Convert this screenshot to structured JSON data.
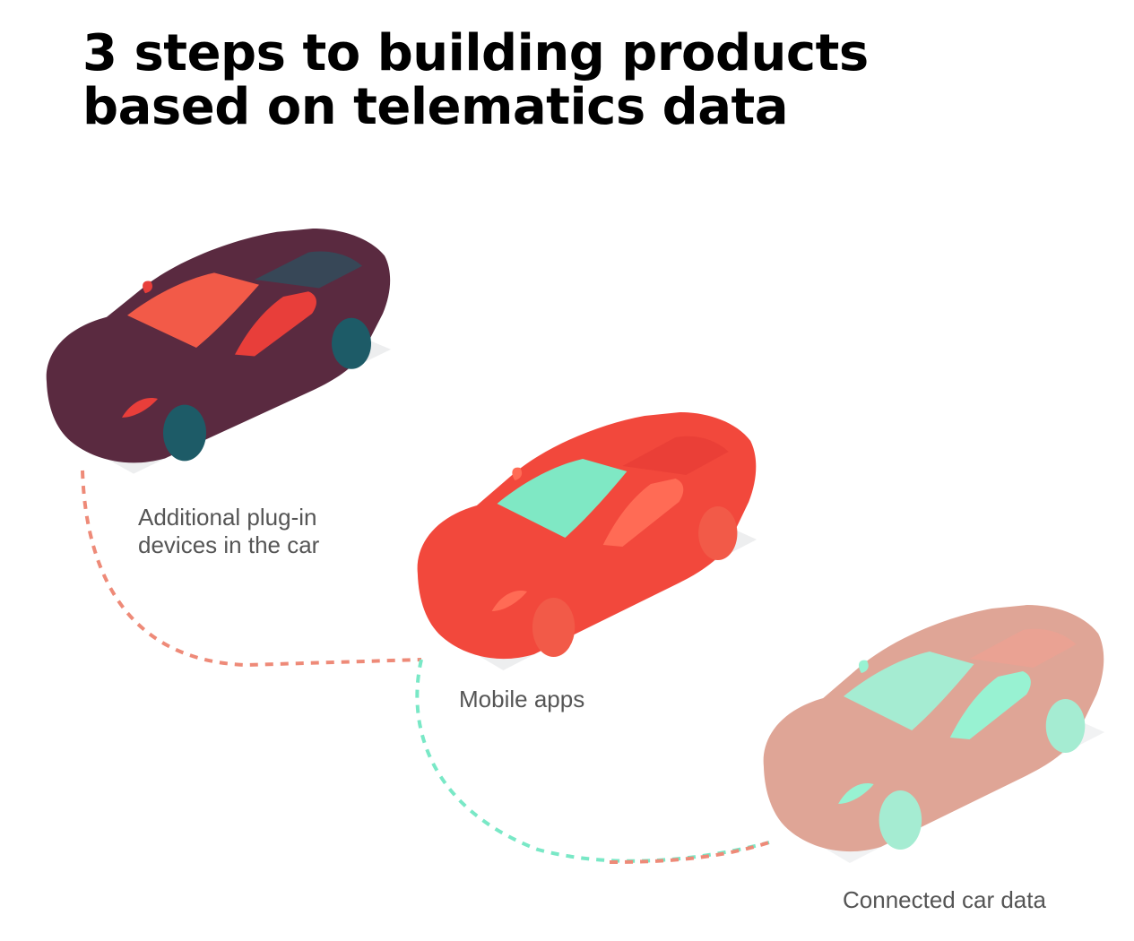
{
  "title": {
    "line1": "3 steps to building products",
    "line2": "based on telematics data"
  },
  "steps": [
    {
      "lines": [
        "Additional plug-in",
        "devices in the car"
      ],
      "car_icon": "sports-car-icon"
    },
    {
      "lines": [
        "Mobile apps"
      ],
      "car_icon": "sports-car-icon"
    },
    {
      "lines": [
        "Connected car data"
      ],
      "car_icon": "sports-car-icon"
    }
  ],
  "colors": {
    "red": "#f2483c",
    "coral": "#f7705a",
    "maroon": "#6b2437",
    "teal": "#1d5b67",
    "mint": "#63f2c4",
    "path_salmon": "#ee8a78",
    "path_mint": "#79e8c6",
    "text": "#555555"
  }
}
